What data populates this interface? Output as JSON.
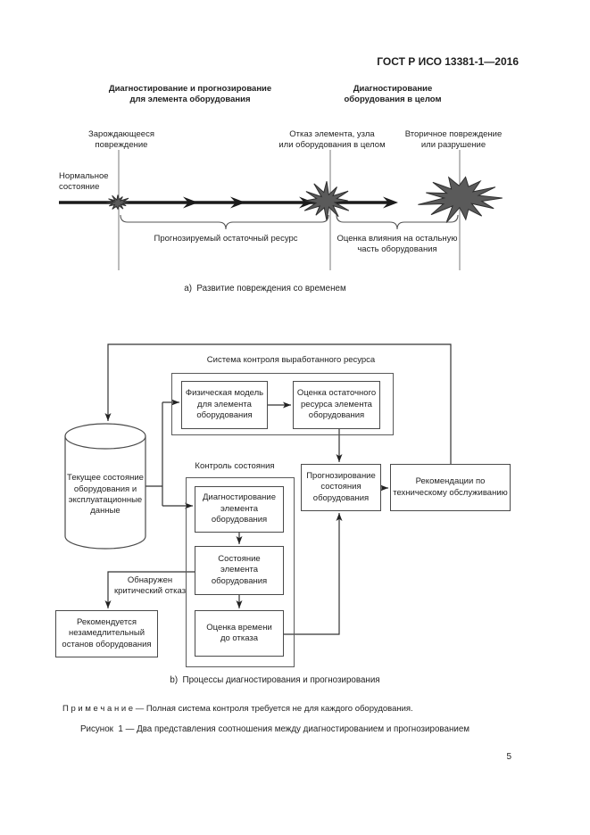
{
  "colors": {
    "line": "#333333",
    "thin_line": "#7a7a7a",
    "timeline": "#1b1b1b",
    "star_fill": "#5a5a5a",
    "text": "#1f1f1f"
  },
  "header": {
    "doc_number": "ГОСТ Р ИСО 13381-1—2016"
  },
  "diagram_a": {
    "caption": "а)  Развитие повреждения со временем",
    "title_left": "Диагностирование и прогнозирование\nдля элемента оборудования",
    "title_right": "Диагностирование\nоборудования в целом",
    "label_normal": "Нормальное\nсостояние",
    "label_incipient": "Зарождающееся\nповреждение",
    "label_failure": "Отказ элемента, узла\nили оборудования в целом",
    "label_secondary": "Вторичное повреждение\nили разрушение",
    "brace_left_label": "Прогнозируемый остаточный ресурс",
    "brace_right_label": "Оценка влияния на остальную\nчасть оборудования"
  },
  "diagram_b": {
    "caption": "b)  Процессы диагностирования и прогнозирования",
    "group_usage_label": "Система контроля выработанного ресурса",
    "group_condition_label": "Контроль состояния",
    "box_database": "Текущее состояние\nоборудования и\nэксплуатационные\nданные",
    "box_physical_model": "Физическая модель\nдля элемента\nоборудования",
    "box_remaining_life": "Оценка остаточного\nресурса элемента\nоборудования",
    "box_diagnostics": "Диагностирование\nэлемента\nоборудования",
    "box_state": "Состояние\nэлемента\nоборудования",
    "box_time_to_failure": "Оценка времени\nдо отказа",
    "box_prognosis": "Прогнозирование\nсостояния\nоборудования",
    "box_recommendations": "Рекомендации по\nтехническому обслуживанию",
    "box_shutdown": "Рекомендуется\nнезамедлительный\nостанов оборудования",
    "label_critical_failure": "Обнаружен\nкритический отказ"
  },
  "footer": {
    "note": "П р и м е ч а н и е — Полная система контроля требуется не для каждого оборудования.",
    "figure_caption": "Рисунок  1 — Два представления соотношения между диагностированием и прогнозированием",
    "page_number": "5"
  }
}
